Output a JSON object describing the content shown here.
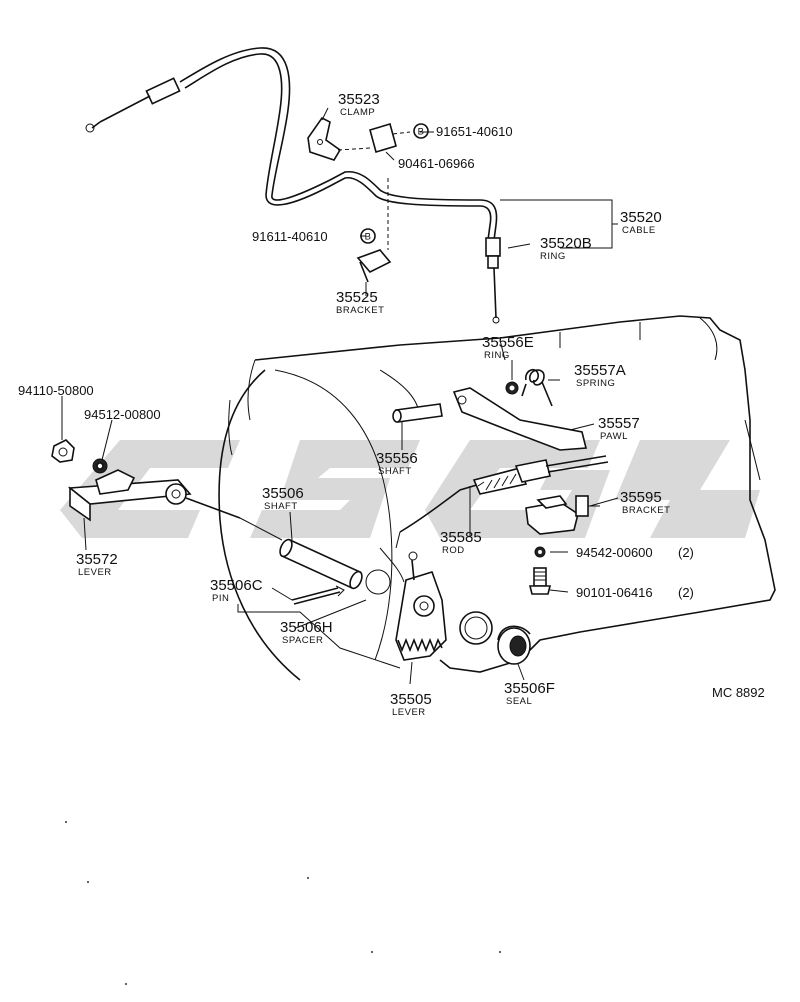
{
  "diagram_code": "MC 8892",
  "labels": [
    {
      "id": "clamp",
      "part": "35523",
      "name": "CLAMP"
    },
    {
      "id": "bolt1",
      "part": "91651-40610",
      "name": ""
    },
    {
      "id": "nut1",
      "part": "90461-06966",
      "name": ""
    },
    {
      "id": "cable",
      "part": "35520",
      "name": "CABLE"
    },
    {
      "id": "bolt2",
      "part": "91611-40610",
      "name": ""
    },
    {
      "id": "ring",
      "part": "35520B",
      "name": "RING"
    },
    {
      "id": "bracket_top",
      "part": "35525",
      "name": "BRACKET"
    },
    {
      "id": "ring_e",
      "part": "35556E",
      "name": "RING"
    },
    {
      "id": "spring",
      "part": "35557A",
      "name": "SPRING"
    },
    {
      "id": "pawl",
      "part": "35557",
      "name": "PAWL"
    },
    {
      "id": "nut2",
      "part": "94110-50800",
      "name": ""
    },
    {
      "id": "washer",
      "part": "94512-00800",
      "name": ""
    },
    {
      "id": "shaft_pawl",
      "part": "35556",
      "name": "SHAFT"
    },
    {
      "id": "shaft",
      "part": "35506",
      "name": "SHAFT"
    },
    {
      "id": "bracket_r",
      "part": "35595",
      "name": "BRACKET"
    },
    {
      "id": "lever_l",
      "part": "35572",
      "name": "LEVER"
    },
    {
      "id": "rod",
      "part": "35585",
      "name": "ROD"
    },
    {
      "id": "washer2",
      "part": "94542-00600",
      "name": "",
      "qty": "(2)"
    },
    {
      "id": "pin",
      "part": "35506C",
      "name": "PIN"
    },
    {
      "id": "bolt3",
      "part": "90101-06416",
      "name": "",
      "qty": "(2)"
    },
    {
      "id": "spacer",
      "part": "35506H",
      "name": "SPACER"
    },
    {
      "id": "lever_b",
      "part": "35505",
      "name": "LEVER"
    },
    {
      "id": "seal",
      "part": "35506F",
      "name": "SEAL"
    }
  ],
  "badge_letter": "B",
  "watermark": "CMS"
}
